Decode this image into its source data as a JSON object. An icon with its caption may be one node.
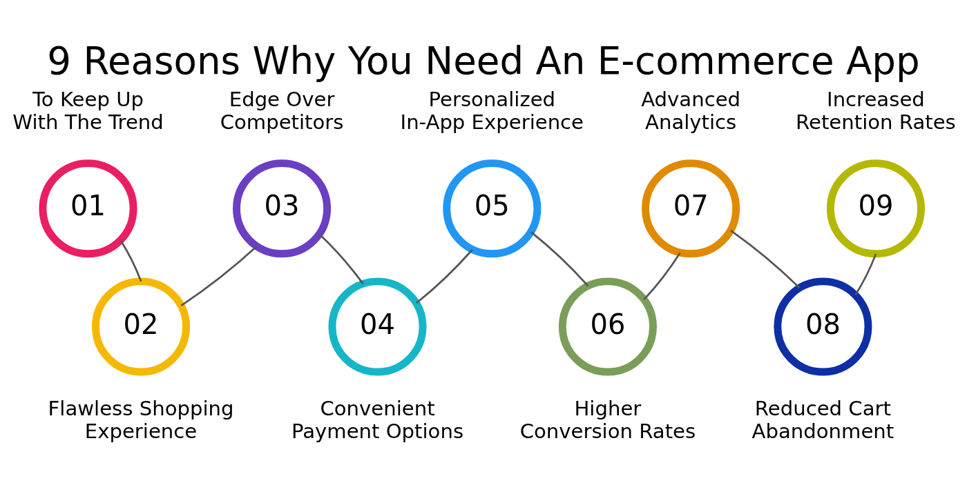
{
  "diagram": {
    "title": "9 Reasons Why You Need An E-commerce App",
    "nodes": [
      {
        "text": [
          "01"
        ],
        "beside": [
          "To Keep Up With The Trend"
        ]
      },
      {
        "text": [
          "02"
        ],
        "beside": [
          "Flawless Shopping Experience"
        ]
      },
      {
        "text": [
          "03"
        ],
        "beside": [
          "Edge Over Competitors"
        ]
      },
      {
        "text": [
          "04"
        ],
        "beside": [
          "Convenient Payment Options"
        ]
      },
      {
        "text": [
          "05"
        ],
        "beside": [
          "Personalized In-App Experience"
        ]
      },
      {
        "text": [
          "06"
        ],
        "beside": [
          "Higher Conversion Rates"
        ]
      },
      {
        "text": [
          "07"
        ],
        "beside": [
          "Advanced Analytics"
        ]
      },
      {
        "text": [
          "08"
        ],
        "beside": [
          "Reduced Cart Abandonment"
        ]
      },
      {
        "text": [
          "09"
        ],
        "beside": [
          "Increased Retention Rates"
        ]
      }
    ],
    "edges": [
      {
        "from": 0,
        "to": 1,
        "arrow": "none"
      },
      {
        "from": 1,
        "to": 2,
        "arrow": "none"
      },
      {
        "from": 2,
        "to": 3,
        "arrow": "none"
      },
      {
        "from": 3,
        "to": 4,
        "arrow": "none"
      },
      {
        "from": 4,
        "to": 5,
        "arrow": "none"
      },
      {
        "from": 5,
        "to": 6,
        "arrow": "none"
      },
      {
        "from": 6,
        "to": 7,
        "arrow": "none"
      },
      {
        "from": 7,
        "to": 8,
        "arrow": "none"
      }
    ]
  }
}
